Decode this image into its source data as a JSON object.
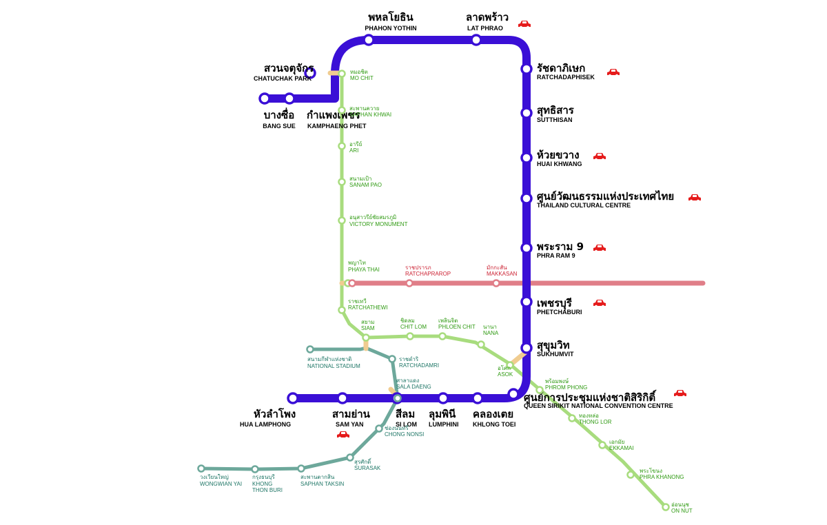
{
  "colors": {
    "blue": "#3a0fd6",
    "green": "#a8dc7e",
    "green_text": "#2f9a12",
    "teal": "#6da89b",
    "teal_text": "#1d7565",
    "pink": "#e07e88",
    "pink_text": "#cc2233",
    "interchange": "#f0cc90",
    "car": "#e51b1b"
  },
  "blue_line": {
    "stations": [
      {
        "th": "บางซื่อ",
        "en": "BANG SUE"
      },
      {
        "th": "กำแพงเพชร",
        "en": "KAMPHAENG PHET"
      },
      {
        "th": "สวนจตุจักร",
        "en": "CHATUCHAK PARK"
      },
      {
        "th": "พหลโยธิน",
        "en": "PHAHON YOTHIN"
      },
      {
        "th": "ลาดพร้าว",
        "en": "LAT PHRAO",
        "parking": true
      },
      {
        "th": "รัชดาภิเษก",
        "en": "RATCHADAPHISEK",
        "parking": true
      },
      {
        "th": "สุทธิสาร",
        "en": "SUTTHISAN"
      },
      {
        "th": "ห้วยขวาง",
        "en": "HUAI KHWANG",
        "parking": true
      },
      {
        "th": "ศูนย์วัฒนธรรมแห่งประเทศไทย",
        "en": "THAILAND CULTURAL CENTRE",
        "parking": true
      },
      {
        "th": "พระราม 9",
        "en": "PHRA RAM 9",
        "parking": true
      },
      {
        "th": "เพชรบุรี",
        "en": "PHETCHABURI",
        "parking": true
      },
      {
        "th": "สุขุมวิท",
        "en": "SUKHUMVIT"
      },
      {
        "th": "ศูนย์การประชุมแห่งชาติสิริกิติ์",
        "en": "QUEEN SIRIKIT NATIONAL CONVENTION CENTRE",
        "parking": true
      },
      {
        "th": "คลองเตย",
        "en": "KHLONG TOEI"
      },
      {
        "th": "ลุมพินี",
        "en": "LUMPHINI"
      },
      {
        "th": "สีลม",
        "en": "SI LOM"
      },
      {
        "th": "สามย่าน",
        "en": "SAM YAN",
        "parking": true
      },
      {
        "th": "หัวลำโพง",
        "en": "HUA LAMPHONG"
      }
    ]
  },
  "green_line": {
    "stations": [
      {
        "th": "หมอชิต",
        "en": "MO CHIT"
      },
      {
        "th": "สะพานควาย",
        "en": "SAPHAN KHWAI"
      },
      {
        "th": "อารีย์",
        "en": "ARI"
      },
      {
        "th": "สนามเป้า",
        "en": "SANAM PAO"
      },
      {
        "th": "อนุสาวรีย์ชัยสมรภูมิ",
        "en": "VICTORY MONUMENT"
      },
      {
        "th": "พญาไท",
        "en": "PHAYA THAI"
      },
      {
        "th": "ราชเทวี",
        "en": "RATCHATHEWI"
      },
      {
        "th": "สยาม",
        "en": "SIAM"
      },
      {
        "th": "ชิดลม",
        "en": "CHIT LOM"
      },
      {
        "th": "เพลินจิต",
        "en": "PHLOEN CHIT"
      },
      {
        "th": "นานา",
        "en": "NANA"
      },
      {
        "th": "อโศก",
        "en": "ASOK"
      },
      {
        "th": "พร้อมพงษ์",
        "en": "PHROM PHONG"
      },
      {
        "th": "ทองหล่อ",
        "en": "THONG LOR"
      },
      {
        "th": "เอกมัย",
        "en": "EKKAMAI"
      },
      {
        "th": "พระโขนง",
        "en": "PHRA KHANONG"
      },
      {
        "th": "อ่อนนุช",
        "en": "ON NUT"
      }
    ]
  },
  "silom_line": {
    "stations": [
      {
        "th": "สนามกีฬาแห่งชาติ",
        "en": "NATIONAL STADIUM"
      },
      {
        "th": "ราชดำริ",
        "en": "RATCHADAMRI"
      },
      {
        "th": "ศาลาแดง",
        "en": "SALA DAENG"
      },
      {
        "th": "ช่องนนทรี",
        "en": "CHONG NONSI"
      },
      {
        "th": "สุรศักดิ์",
        "en": "SURASAK"
      },
      {
        "th": "สะพานตากสิน",
        "en": "SAPHAN TAKSIN"
      },
      {
        "th": "กรุงธนบุรี",
        "en": "KHONG THON BURI"
      },
      {
        "th": "วงเวียนใหญ่",
        "en": "WONGWIAN YAI"
      }
    ]
  },
  "airport_link": {
    "stations": [
      {
        "th": "พญาไท",
        "en": "PHAYA THAI"
      },
      {
        "th": "ราชปรารภ",
        "en": "RATCHAPRAROP"
      },
      {
        "th": "มักกะสัน",
        "en": "MAKKASAN"
      }
    ]
  }
}
